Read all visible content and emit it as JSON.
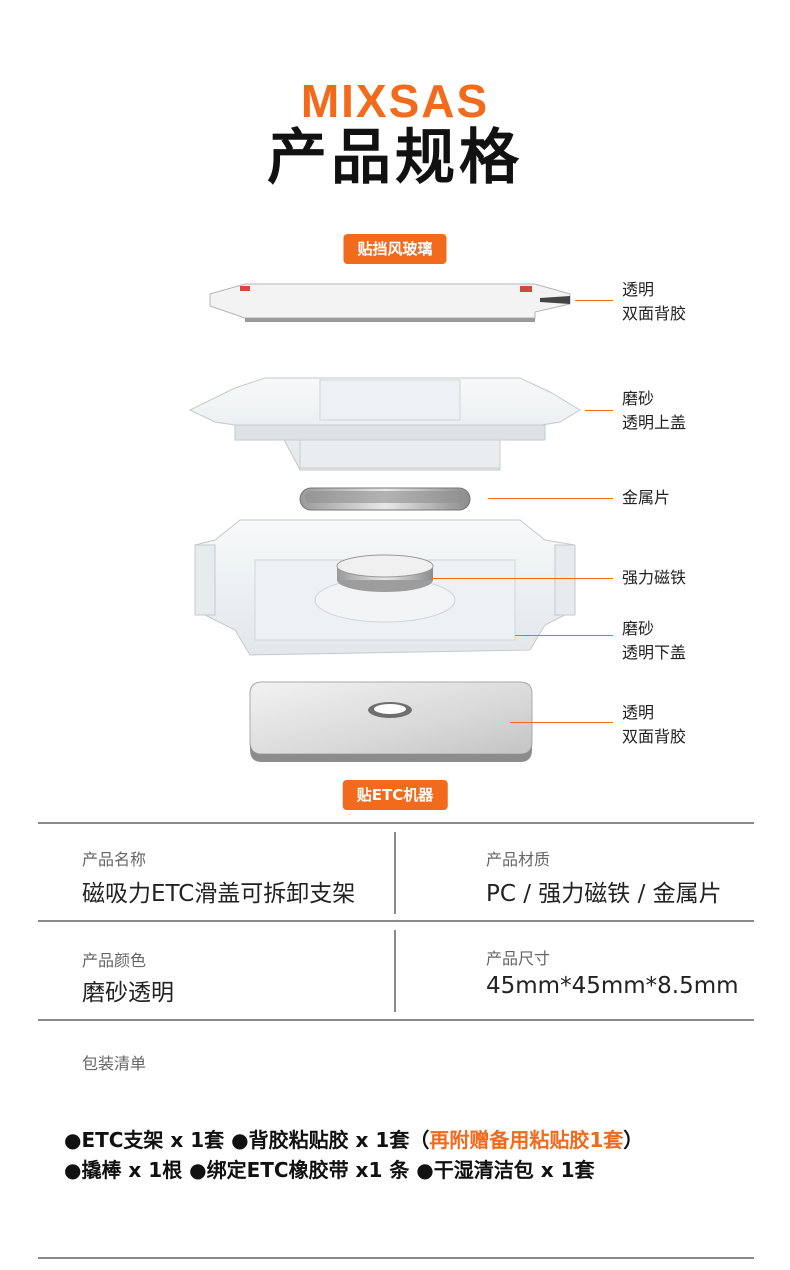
{
  "header": {
    "brand": "MIXSAS",
    "title": "产品规格"
  },
  "diagram": {
    "top_tag": "贴挡风玻璃",
    "bottom_tag": "贴ETC机器",
    "callouts": [
      {
        "line1": "透明",
        "line2": "双面背胶"
      },
      {
        "line1": "磨砂",
        "line2": "透明上盖"
      },
      {
        "line1": "金属片",
        "line2": ""
      },
      {
        "line1": "强力磁铁",
        "line2": ""
      },
      {
        "line1": "磨砂",
        "line2": "透明下盖"
      },
      {
        "line1": "透明",
        "line2": "双面背胶"
      }
    ],
    "accent_color": "#f26a1b"
  },
  "specs": {
    "name": {
      "label": "产品名称",
      "value": "磁吸力ETC滑盖可拆卸支架"
    },
    "material": {
      "label": "产品材质",
      "value": "PC / 强力磁铁 / 金属片"
    },
    "color": {
      "label": "产品颜色",
      "value": "磨砂透明"
    },
    "size": {
      "label": "产品尺寸",
      "value": "45mm*45mm*8.5mm"
    }
  },
  "package": {
    "label": "包装清单",
    "line1_a": "●ETC支架 x 1套 ●背胶粘贴胶 x 1套（",
    "line1_highlight": "再附赠备用粘贴胶1套",
    "line1_b": "）",
    "line2": "●撬棒 x 1根 ●绑定ETC橡胶带 x1 条 ●干湿清洁包 x 1套"
  }
}
